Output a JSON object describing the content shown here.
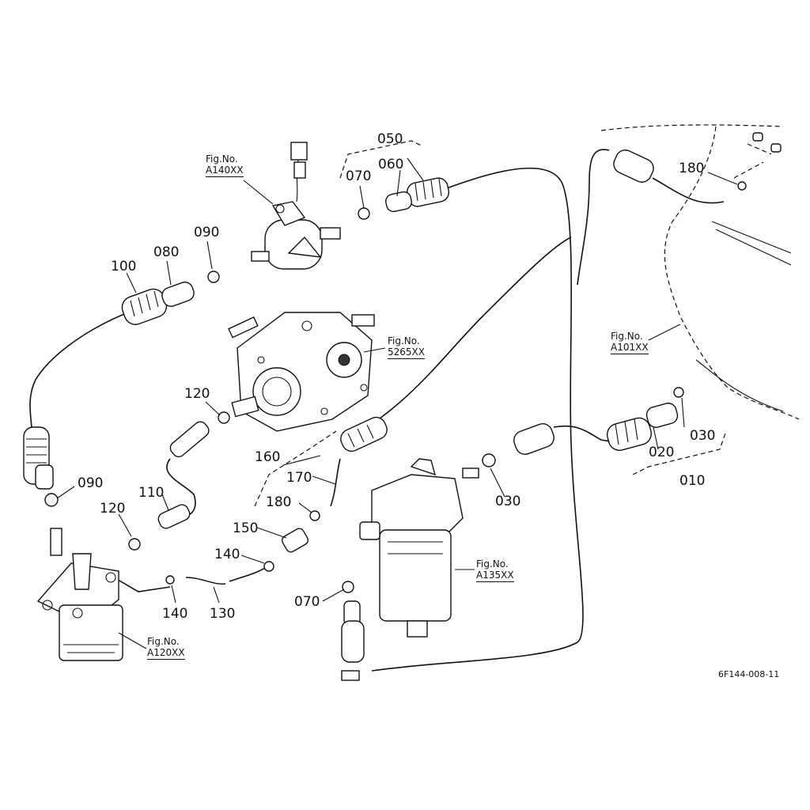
{
  "labels": {
    "p050": "050",
    "p060": "060",
    "p070a": "070",
    "p090a": "090",
    "p080": "080",
    "p100": "100",
    "p120a": "120",
    "p090b": "090",
    "p110": "110",
    "p120b": "120",
    "p160": "160",
    "p170": "170",
    "p180a": "180",
    "p150": "150",
    "p140a": "140",
    "p140b": "140",
    "p130": "130",
    "p070b": "070",
    "p030a": "030",
    "p030b": "030",
    "p020": "020",
    "p010": "010",
    "p180b": "180"
  },
  "figrefs": {
    "a140": {
      "prefix": "Fig.No.",
      "code": "A140XX"
    },
    "f5265": {
      "prefix": "Fig.No.",
      "code": "5265XX"
    },
    "a101": {
      "prefix": "Fig.No.",
      "code": "A101XX"
    },
    "a135": {
      "prefix": "Fig.No.",
      "code": "A135XX"
    },
    "a120": {
      "prefix": "Fig.No.",
      "code": "A120XX"
    }
  },
  "drawing_code": "6F144-008-11"
}
